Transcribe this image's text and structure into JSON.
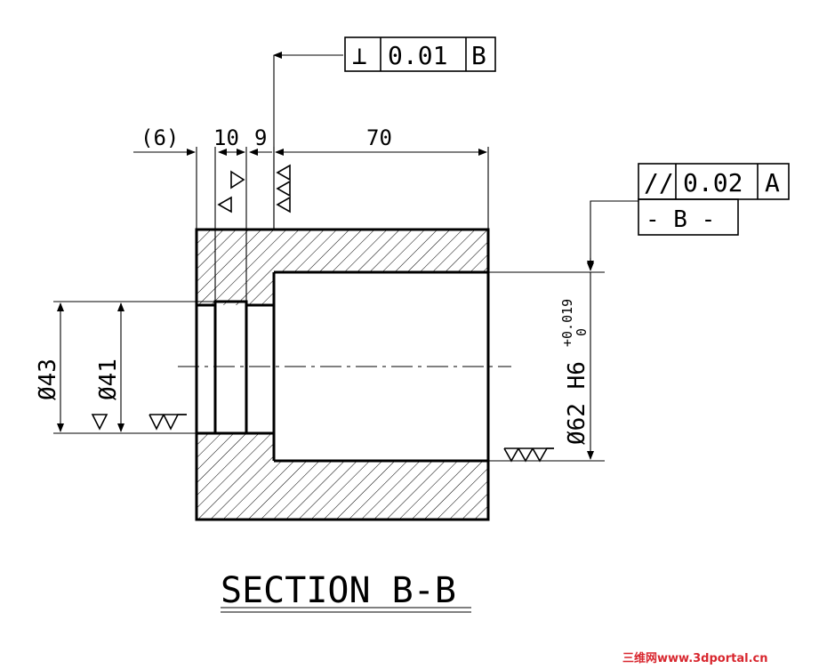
{
  "section_title": "SECTION B-B",
  "dimensions": {
    "ref_width": "(6)",
    "width_10": "10",
    "width_9": "9",
    "length": "70",
    "dia_outer_bore": "Ø43",
    "dia_inner_bore": "Ø41",
    "dia_main_bore": "Ø62 H6",
    "tol_upper": "+0.019",
    "tol_lower": "0"
  },
  "tolerance_frames": {
    "perpendicularity": {
      "symbol": "⊥",
      "value": "0.01",
      "datum": "B"
    },
    "parallelism": {
      "symbol": "//",
      "value": "0.02",
      "datum": "A"
    },
    "datum_label": "- B -"
  },
  "watermark": "三维网www.3dportal.cn"
}
